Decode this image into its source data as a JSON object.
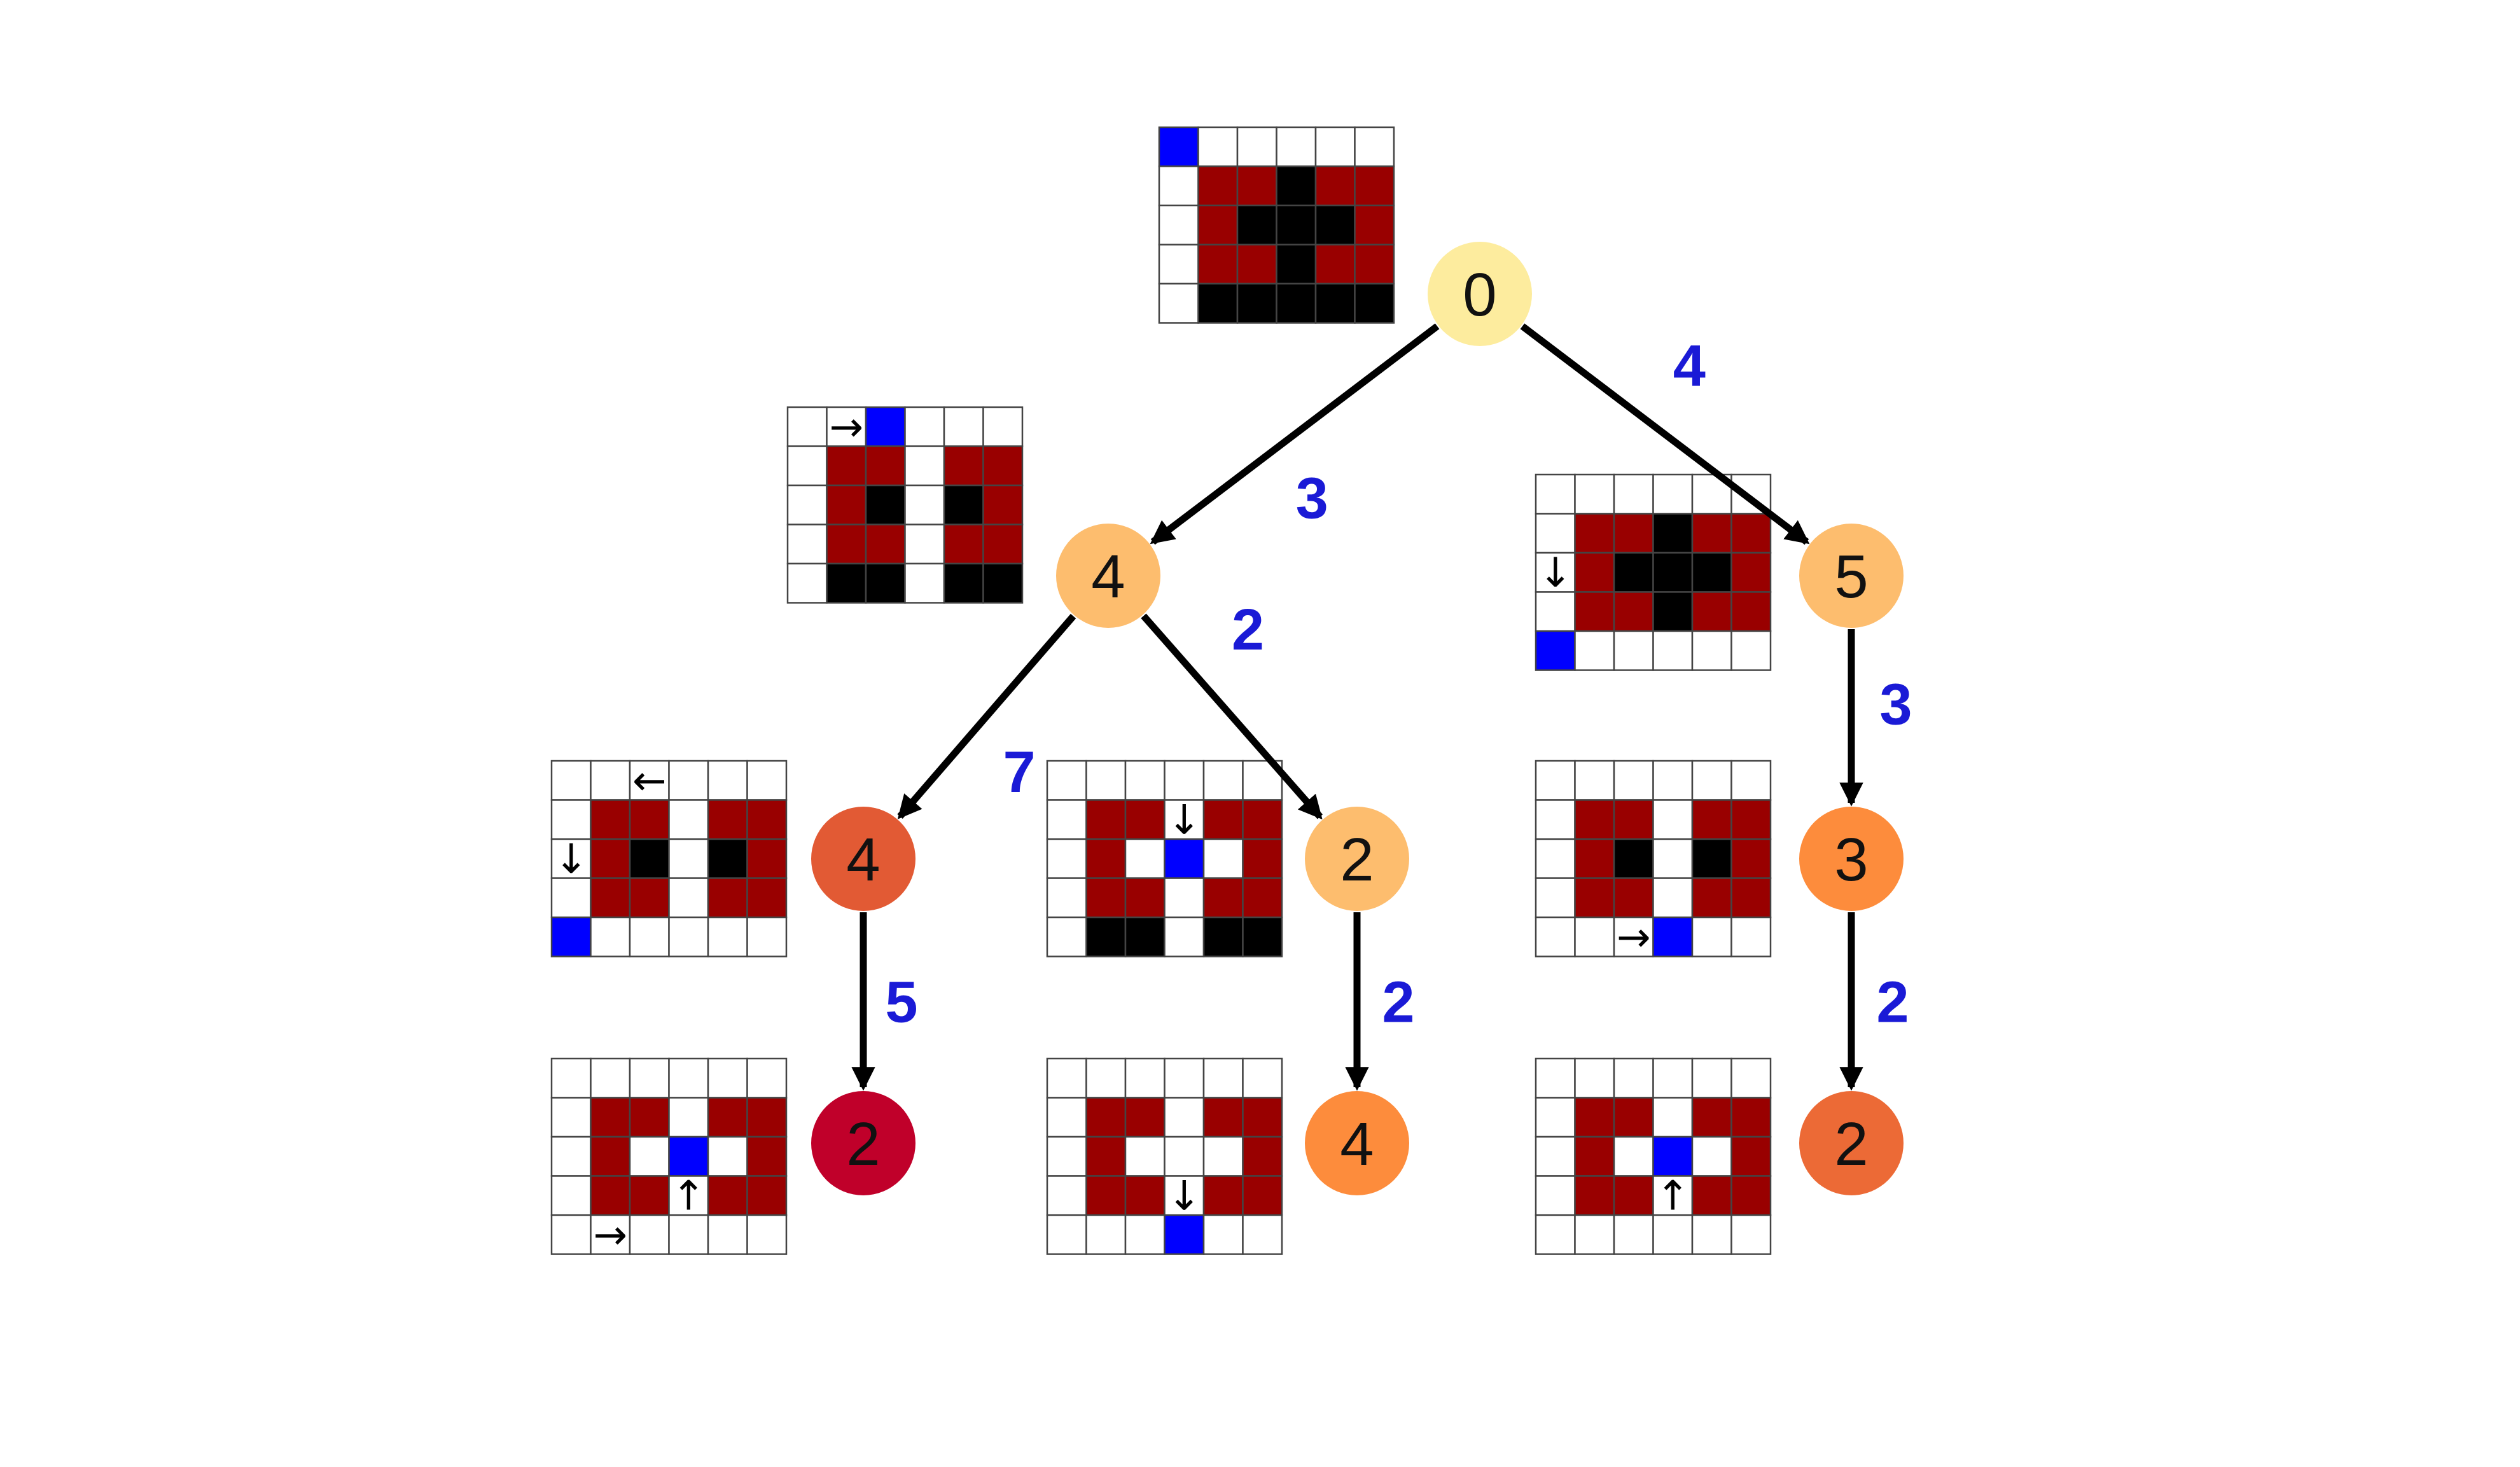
{
  "colors": {
    "W": "#ffffff",
    "R": "#990000",
    "K": "#000000",
    "B": "#0000ff",
    "edge_label": "#1a1ad6"
  },
  "nodes": [
    {
      "id": "n0",
      "label": "0",
      "color": "#fdec9e"
    },
    {
      "id": "n1",
      "label": "4",
      "color": "#fdbd6e"
    },
    {
      "id": "n2",
      "label": "5",
      "color": "#fdbd6e"
    },
    {
      "id": "n3",
      "label": "4",
      "color": "#e25a34"
    },
    {
      "id": "n4",
      "label": "2",
      "color": "#fdbd6e"
    },
    {
      "id": "n5",
      "label": "3",
      "color": "#fd8c3c"
    },
    {
      "id": "n6",
      "label": "2",
      "color": "#c0002a"
    },
    {
      "id": "n7",
      "label": "4",
      "color": "#fd8c3c"
    },
    {
      "id": "n8",
      "label": "2",
      "color": "#ec6a36"
    }
  ],
  "edges": [
    {
      "from": "n0",
      "to": "n1",
      "label": "3"
    },
    {
      "from": "n0",
      "to": "n2",
      "label": "4"
    },
    {
      "from": "n1",
      "to": "n3",
      "label": "7"
    },
    {
      "from": "n1",
      "to": "n4",
      "label": "2"
    },
    {
      "from": "n2",
      "to": "n5",
      "label": "3"
    },
    {
      "from": "n3",
      "to": "n6",
      "label": "5"
    },
    {
      "from": "n4",
      "to": "n7",
      "label": "2"
    },
    {
      "from": "n5",
      "to": "n8",
      "label": "2"
    }
  ],
  "grids": [
    {
      "id": "g0",
      "rows": [
        "BWWWWW",
        "WRRKRR",
        "WRKKKR",
        "WRRKRR",
        "WKKKKK"
      ],
      "arrows": []
    },
    {
      "id": "g1",
      "rows": [
        "WWBWWW",
        "WRRWRR",
        "WRKWKR",
        "WRRWRR",
        "WKKWKK"
      ],
      "arrows": [
        {
          "glyph": "→",
          "row": 0,
          "col": 1
        }
      ]
    },
    {
      "id": "g2",
      "rows": [
        "WWWWWW",
        "WRRKRR",
        "WRKKKR",
        "WRRKRR",
        "BWWWWW"
      ],
      "arrows": [
        {
          "glyph": "↓",
          "row": 2,
          "col": 0
        }
      ]
    },
    {
      "id": "g3",
      "rows": [
        "WWWWWW",
        "WRRWRR",
        "WRKWKR",
        "WRRWRR",
        "BWWWWW"
      ],
      "arrows": [
        {
          "glyph": "←",
          "row": 0,
          "col": 2
        },
        {
          "glyph": "↓",
          "row": 2,
          "col": 0
        }
      ]
    },
    {
      "id": "g4",
      "rows": [
        "WWWWWW",
        "WRRWRR",
        "WRWBWR",
        "WRRWRR",
        "WKKWKK"
      ],
      "arrows": [
        {
          "glyph": "↓",
          "row": 1,
          "col": 3
        }
      ]
    },
    {
      "id": "g5",
      "rows": [
        "WWWWWW",
        "WRRWRR",
        "WRKWKR",
        "WRRWRR",
        "WWWBWW"
      ],
      "arrows": [
        {
          "glyph": "→",
          "row": 4,
          "col": 2
        }
      ]
    },
    {
      "id": "g6",
      "rows": [
        "WWWWWW",
        "WRRWRR",
        "WRWBWR",
        "WRRWRR",
        "WWWWWW"
      ],
      "arrows": [
        {
          "glyph": "↑",
          "row": 3,
          "col": 3
        },
        {
          "glyph": "→",
          "row": 4,
          "col": 1
        }
      ]
    },
    {
      "id": "g7",
      "rows": [
        "WWWWWW",
        "WRRWRR",
        "WRWWWR",
        "WRRWRR",
        "WWWBWW"
      ],
      "arrows": [
        {
          "glyph": "↓",
          "row": 3,
          "col": 3
        }
      ]
    },
    {
      "id": "g8",
      "rows": [
        "WWWWWW",
        "WRRWRR",
        "WRWBWR",
        "WRRWRR",
        "WWWWWW"
      ],
      "arrows": [
        {
          "glyph": "↑",
          "row": 3,
          "col": 3
        }
      ]
    }
  ]
}
